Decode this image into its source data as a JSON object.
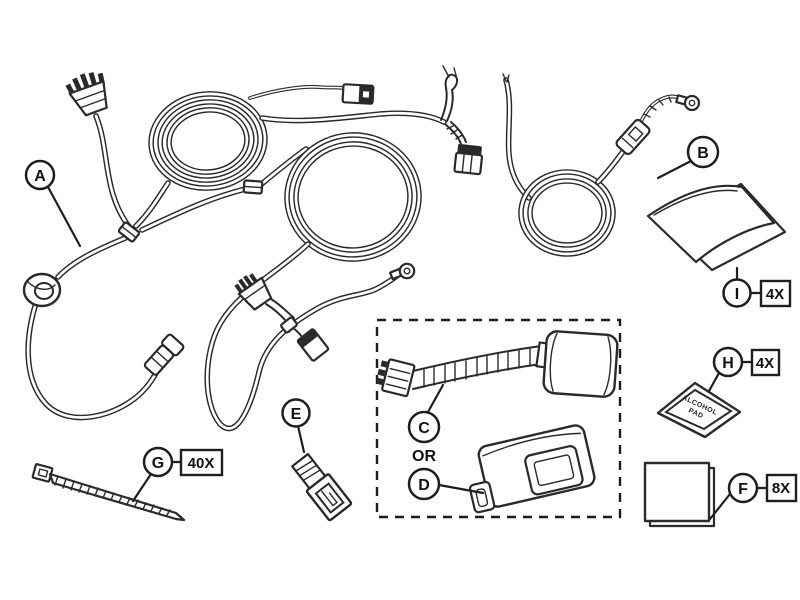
{
  "diagram": {
    "kind": "wiring-harness-kit-parts-diagram",
    "colors": {
      "line": "#2a2a2a",
      "background": "#ffffff"
    },
    "callouts": {
      "a": {
        "label": "A",
        "part": "main-wiring-harness"
      },
      "b": {
        "label": "B",
        "part": "ground-wire-with-ring-terminal"
      },
      "c": {
        "label": "C",
        "part": "adapter-harness-with-module"
      },
      "d": {
        "label": "D",
        "part": "control-module"
      },
      "e": {
        "label": "E",
        "part": "connector-housing"
      },
      "f": {
        "label": "F",
        "qty": "8X",
        "part": "foam-pad"
      },
      "g": {
        "label": "G",
        "qty": "40X",
        "part": "cable-tie"
      },
      "h": {
        "label": "H",
        "qty": "4X",
        "part": "alcohol-pad"
      },
      "i": {
        "label": "I",
        "qty": "4X",
        "part": "adhesive-sheet"
      }
    },
    "or_label": "OR",
    "alcohol_pad": {
      "line1": "ALCOHOL",
      "line2": "PAD"
    }
  }
}
